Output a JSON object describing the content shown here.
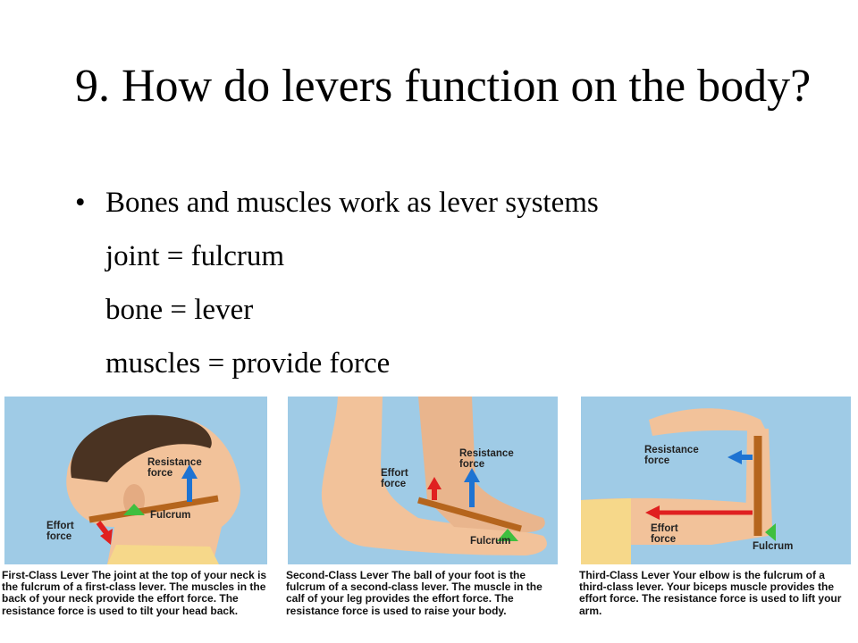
{
  "slide": {
    "title": "9.  How do levers function on the body?",
    "bullet": "Bones and muscles work as lever systems",
    "lines": [
      "joint = fulcrum",
      "bone = lever",
      "muscles = provide force"
    ]
  },
  "panels": [
    {
      "labels": {
        "resistance": "Resistance\nforce",
        "effort": "Effort\nforce",
        "fulcrum": "Fulcrum"
      },
      "caption_title": "First-Class Lever",
      "caption_text": "The joint at the top of your neck is the fulcrum of a first-class lever. The muscles in the back of your neck provide the effort force. The resistance force is used to tilt your head back."
    },
    {
      "labels": {
        "resistance": "Resistance\nforce",
        "effort": "Effort\nforce",
        "fulcrum": "Fulcrum"
      },
      "caption_title": "Second-Class Lever",
      "caption_text": "The ball of your foot is the fulcrum of a second-class lever. The muscle in the calf of your leg provides the effort force. The resistance force is used to raise your body."
    },
    {
      "labels": {
        "resistance": "Resistance\nforce",
        "effort": "Effort\nforce",
        "fulcrum": "Fulcrum"
      },
      "caption_title": "Third-Class Lever",
      "caption_text": "Your elbow is the fulcrum of a third-class lever. Your biceps muscle provides the effort force. The resistance force is used to lift your arm."
    }
  ],
  "colors": {
    "panel_bg": "#9fcbe6",
    "lever": "#b5651d",
    "effort_arrow": "#e02020",
    "resistance_arrow": "#1e73d2",
    "fulcrum": "#3fbf3f",
    "skin": "#f2c29a",
    "shirt": "#f6d88a"
  }
}
